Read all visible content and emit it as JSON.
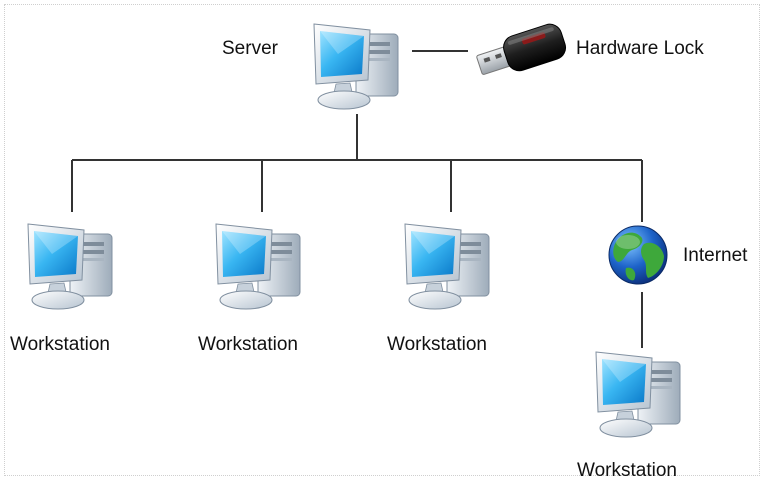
{
  "nodes": {
    "server": {
      "label": "Server"
    },
    "hardware_lock": {
      "label": "Hardware Lock"
    },
    "internet": {
      "label": "Internet"
    },
    "workstations": [
      {
        "label": "Workstation"
      },
      {
        "label": "Workstation"
      },
      {
        "label": "Workstation"
      },
      {
        "label": "Workstation"
      }
    ]
  },
  "colors": {
    "line": "#333333",
    "monitor_screen": "#39b6f2",
    "monitor_frame": "#dfe7ef",
    "tower": "#c9d3dd",
    "globe_ocean": "#1d63c9",
    "globe_land": "#3ea83b",
    "usb_body": "#2a2a2a",
    "usb_metal": "#c0c4c8"
  }
}
